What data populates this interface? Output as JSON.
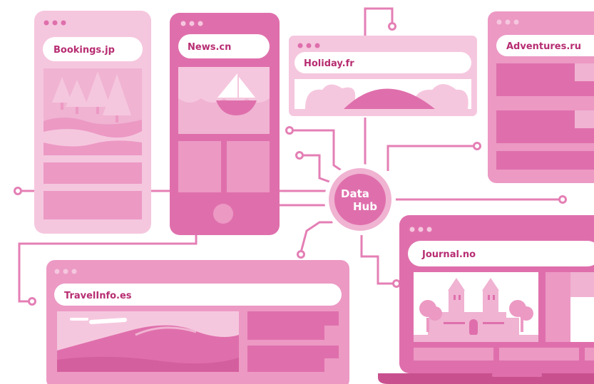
{
  "palette": {
    "light": "#f5c7de",
    "panel": "#f0b3d2",
    "mid": "#ec99c4",
    "strong": "#df6fac",
    "dark": "#c9508f",
    "line": "#e47fb5",
    "text": "#b72d72",
    "white": "#ffffff"
  },
  "windows": {
    "bookings": {
      "url": "Bookings.jp"
    },
    "news": {
      "url": "News.cn"
    },
    "holiday": {
      "url": "Holiday.fr"
    },
    "adventures": {
      "url": "Adventures.ru"
    },
    "travelinfo": {
      "url": "TravelInfo.es"
    },
    "journal": {
      "url": "Journal.no"
    }
  },
  "hub": {
    "line1": "Data",
    "line2": "Hub"
  }
}
